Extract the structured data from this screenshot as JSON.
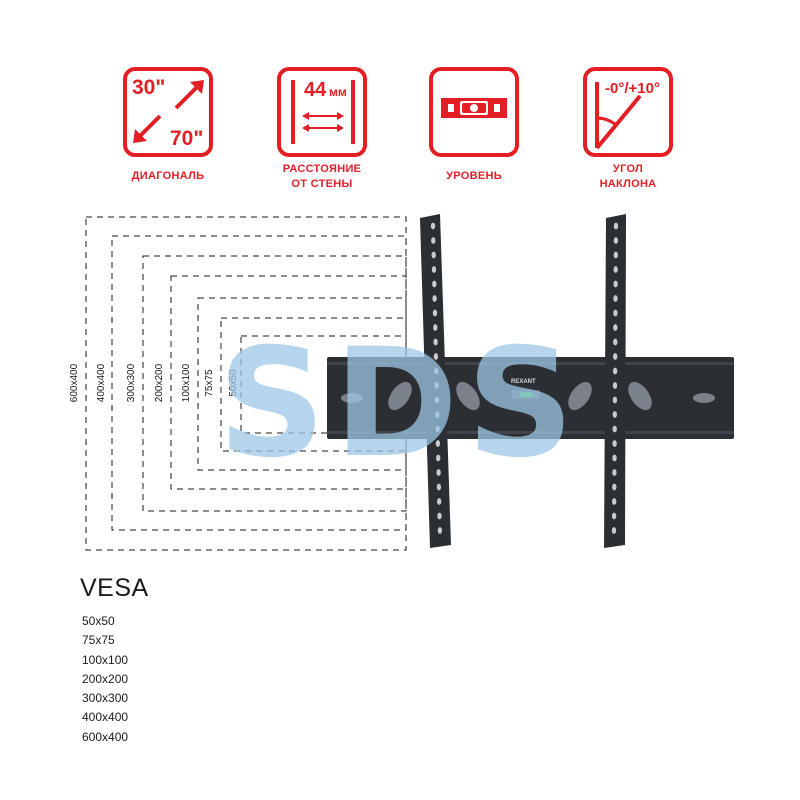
{
  "features": [
    {
      "icon": "diagonal-icon",
      "min_label": "30\"",
      "max_label": "70\"",
      "caption": [
        "ДИАГОНАЛЬ"
      ]
    },
    {
      "icon": "wall-distance-icon",
      "value_label": "44",
      "unit_label": "мм",
      "caption": [
        "РАССТОЯНИЕ",
        "ОТ СТЕНЫ"
      ]
    },
    {
      "icon": "level-icon",
      "caption": [
        "УРОВЕНЬ"
      ]
    },
    {
      "icon": "tilt-angle-icon",
      "value_label": "-0°/+10°",
      "caption": [
        "УГОЛ",
        "НАКЛОНА"
      ]
    }
  ],
  "vesa_labels": [
    "600x400",
    "400x400",
    "300x300",
    "200x200",
    "100x100",
    "75x75",
    "50x50"
  ],
  "bracket": {
    "brand": "REXANT"
  },
  "watermark": "SDS",
  "vesa": {
    "title": "VESA",
    "items": [
      "50x50",
      "75x75",
      "100x100",
      "200x200",
      "300x300",
      "400x400",
      "600x400"
    ]
  },
  "colors": {
    "accent": "#e31e24",
    "bracket": "#2b2e33",
    "watermark": "#9ec7e6",
    "text": "#1b1b1b"
  }
}
